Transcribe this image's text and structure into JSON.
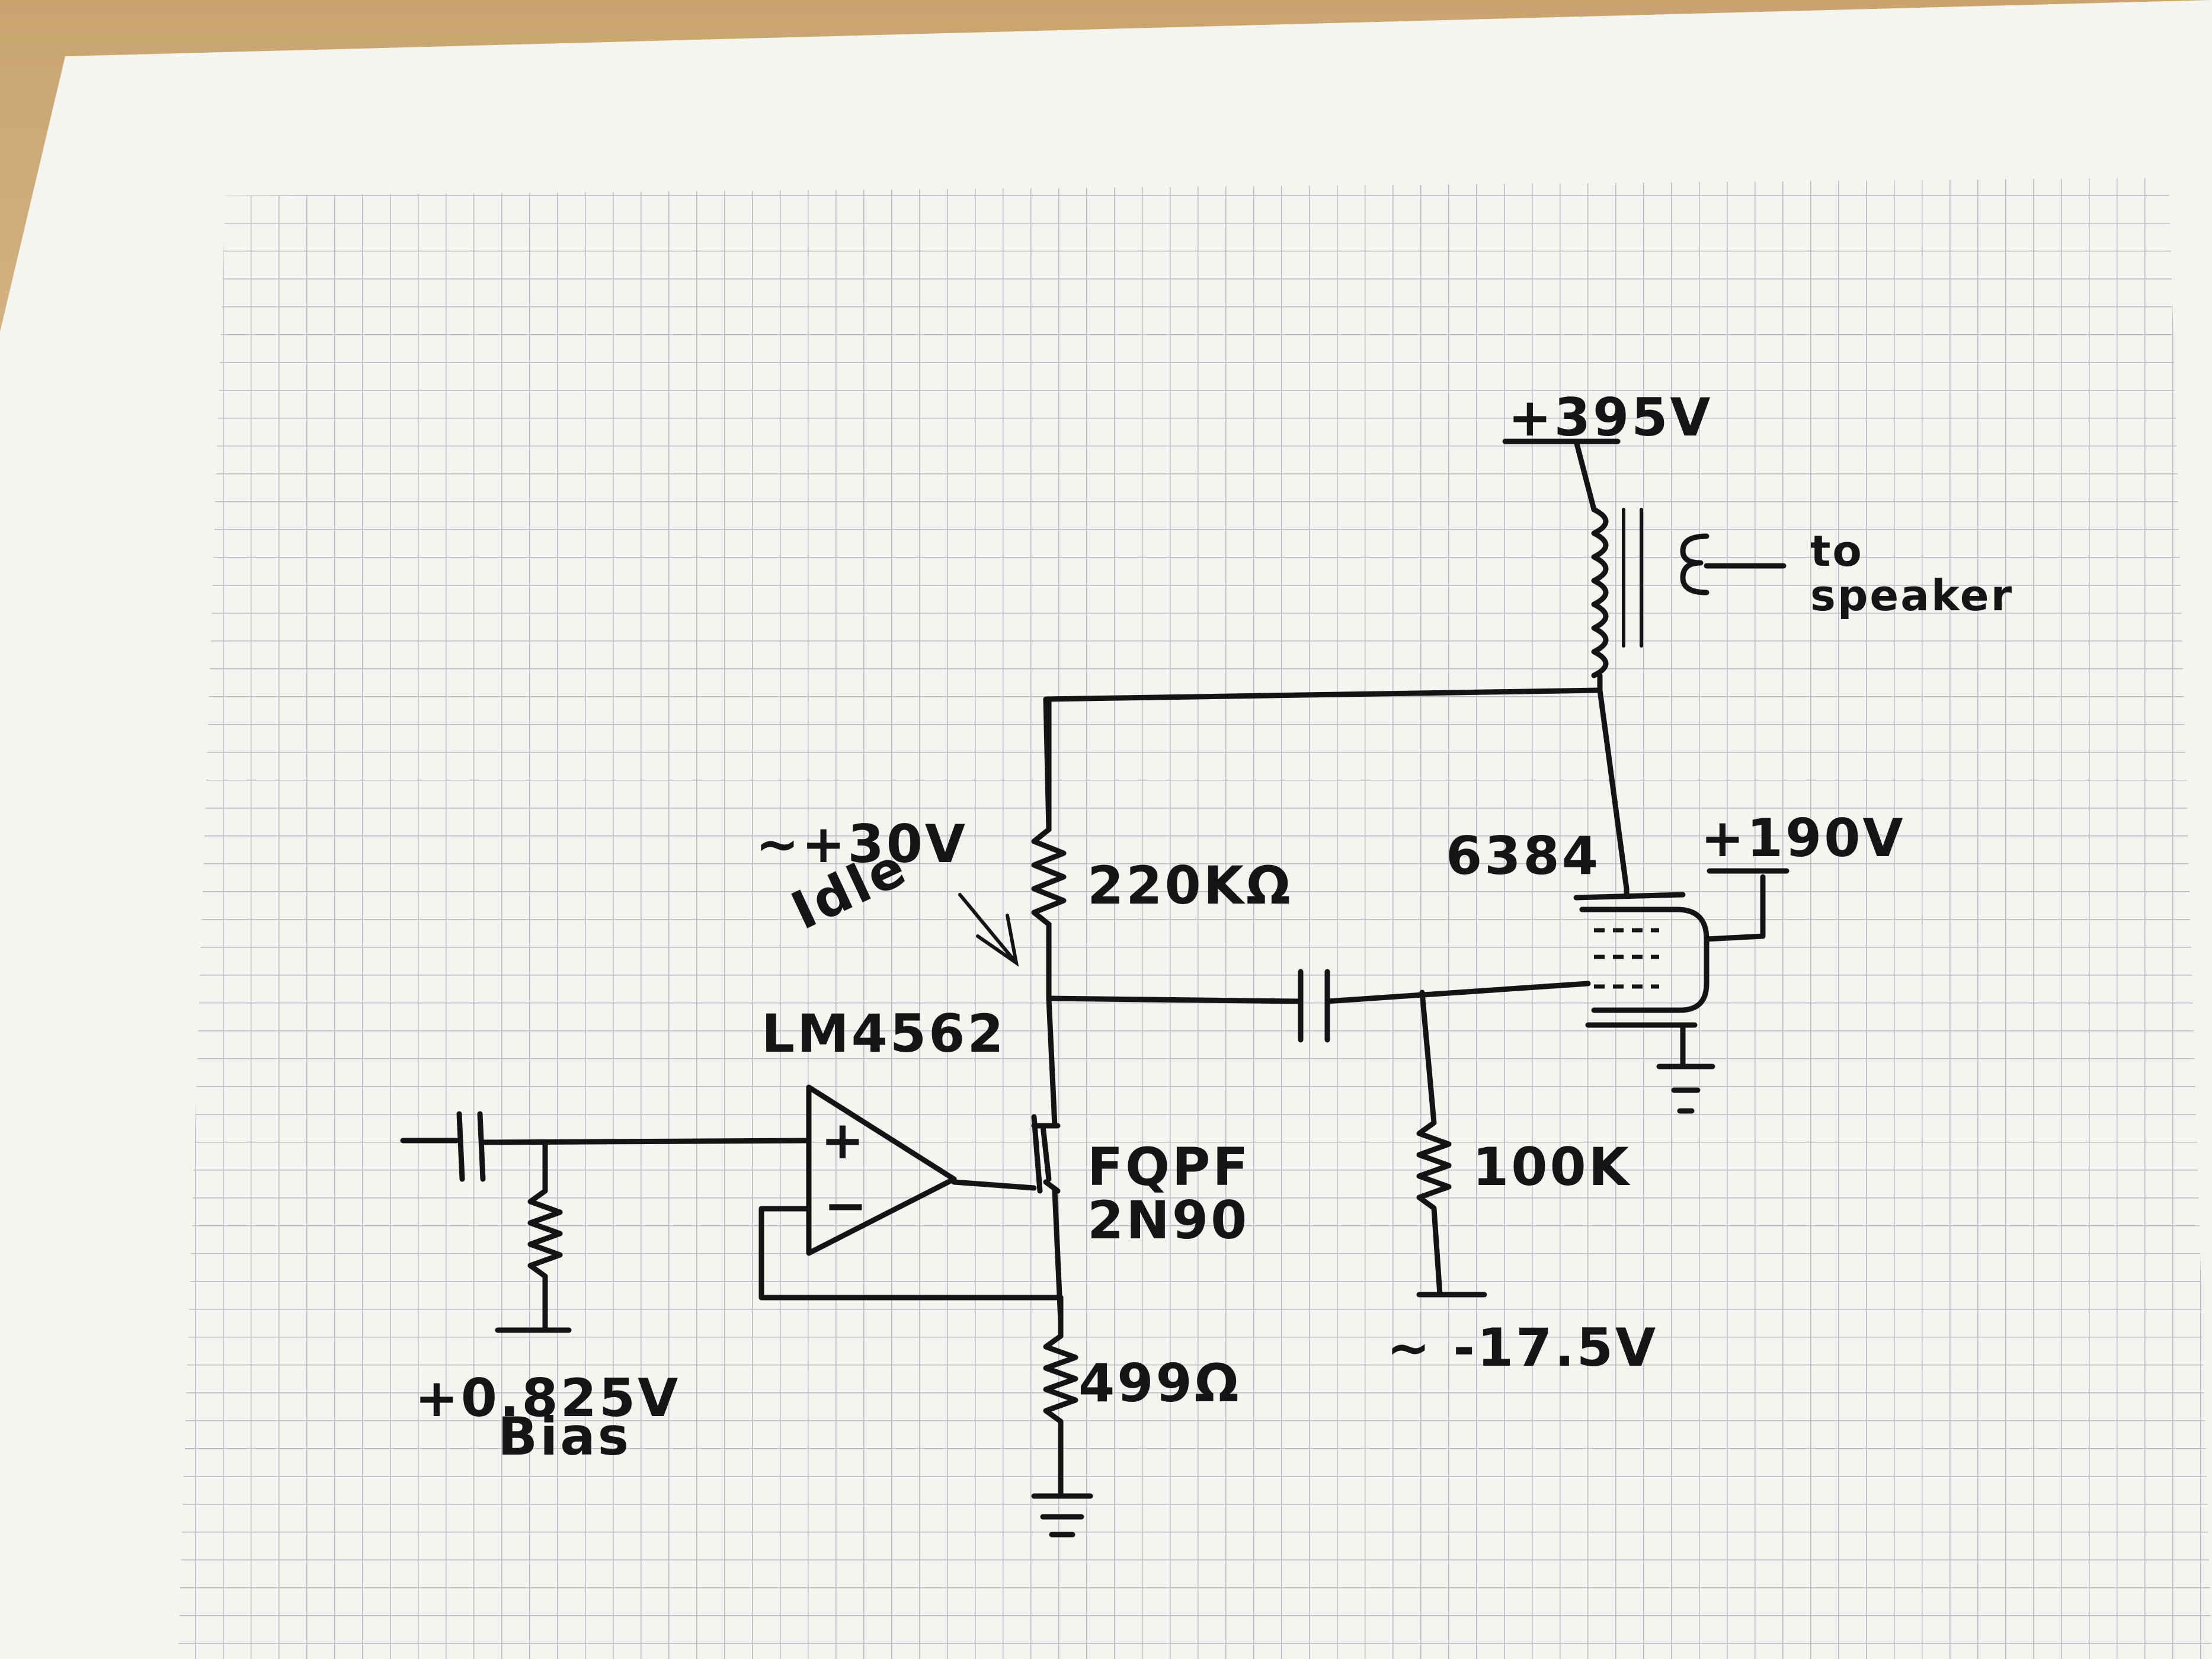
{
  "labels": {
    "supply_395": "+395V",
    "transformer_out_line1": "to",
    "transformer_out_line2": "speaker",
    "tube": "6384",
    "supply_190": "+190V",
    "idle_line1": "~+30V",
    "idle_line2": "Idle",
    "r_plate": "220KΩ",
    "opamp": "LM4562",
    "mosfet_line1": "FQPF",
    "mosfet_line2": "2N90",
    "r_grid": "100K",
    "neg_supply": "~ -17.5V",
    "r_source": "499Ω",
    "bias_line1": "+0.825V",
    "bias_line2": "Bias",
    "opamp_plus": "+",
    "opamp_minus": "−"
  },
  "colors": {
    "paper": "#f4f4f1",
    "grid": "#b9bcc0",
    "ink": "#141414",
    "table": "#d9b98c"
  }
}
